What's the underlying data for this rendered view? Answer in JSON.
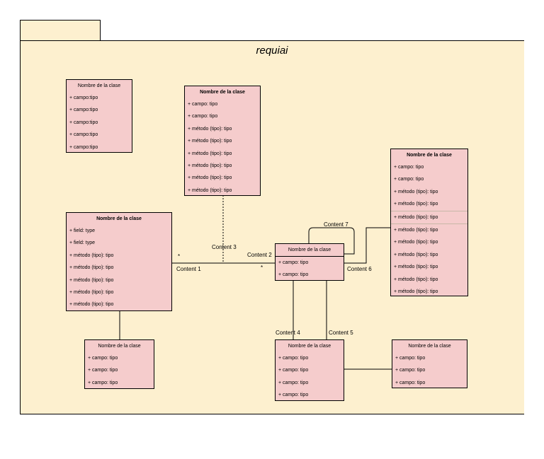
{
  "package": {
    "title": "requiai"
  },
  "classes": [
    {
      "header": "Nombre de la clase",
      "rows": [
        "+ campo:tipo",
        "+ campo:tipo",
        "+ campo:tipo",
        "+ campo:tipo",
        "+ campo:tipo"
      ]
    },
    {
      "header": "Nombre de la clase",
      "rows": [
        "+ campo: tipo",
        "+ campo: tipo",
        "+ método (tipo): tipo",
        "+ método (tipo): tipo",
        "+ método (tipo): tipo",
        "+ método (tipo): tipo",
        "+ método (tipo): tipo",
        "+ método (tipo): tipo"
      ]
    },
    {
      "header": "Nombre de la clase",
      "rows": [
        "+ campo: tipo",
        "+ campo: tipo",
        "+ método (tipo): tipo",
        "+ método (tipo): tipo",
        "+ método (tipo): tipo",
        "+ método (tipo): tipo",
        "+ método (tipo): tipo",
        "+ método (tipo): tipo",
        "+ método (tipo): tipo",
        "+ método (tipo): tipo",
        "+ método (tipo): tipo"
      ]
    },
    {
      "header": "Nombre de la clase",
      "rows": [
        "+ field: type",
        "+ field: type",
        "+ método (tipo): tipo",
        "+ método (tipo): tipo",
        "+ método (tipo): tipo",
        "+ método (tipo): tipo",
        "+ método (tipo): tipo"
      ]
    },
    {
      "header": "Nombre de la clase",
      "rows": [
        "+ campo: tipo",
        "+ campo: tipo"
      ]
    },
    {
      "header": "Nombre de la clase",
      "rows": [
        "+ campo: tipo",
        "+ campo: tipo",
        "+ campo: tipo"
      ]
    },
    {
      "header": "Nombre de la clase",
      "rows": [
        "+ campo: tipo",
        "+ campo: tipo",
        "+ campo: tipo",
        "+ campo: tipo"
      ]
    },
    {
      "header": "Nombre de la clase",
      "rows": [
        "+ campo: tipo",
        "+ campo: tipo",
        "+ campo: tipo"
      ]
    }
  ],
  "labels": {
    "content1": "Content 1",
    "content2": "Content 2",
    "content3": "Content 3",
    "content4": "Content 4",
    "content5": "Content 5",
    "content6": "Content 6",
    "content7": "Content 7",
    "mult_left": "*",
    "mult_right": "*"
  }
}
